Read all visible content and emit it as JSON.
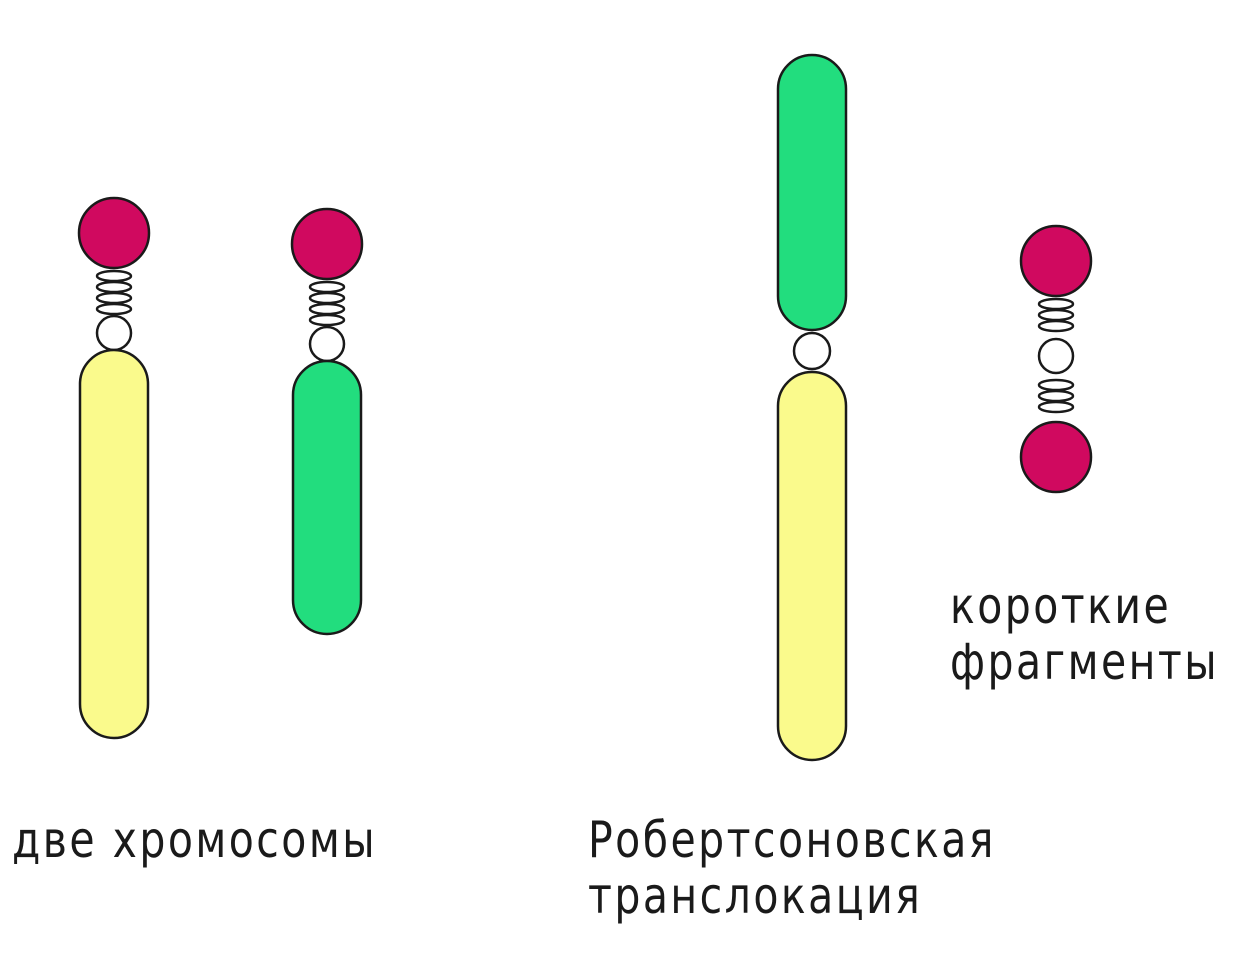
{
  "colors": {
    "long_arm_yellow": "#fafa8c",
    "long_arm_green": "#22dd7e",
    "satellite_magenta": "#d0095f",
    "centromere_white": "#ffffff",
    "outline": "#1a1a1a"
  },
  "chromosomes": [
    {
      "id": "chromosome-yellow",
      "arm_color": "yellow",
      "has_satellite": true
    },
    {
      "id": "chromosome-green",
      "arm_color": "green",
      "has_satellite": true
    },
    {
      "id": "translocation-chromosome",
      "arm_colors": [
        "green",
        "yellow"
      ],
      "has_satellite": false
    },
    {
      "id": "short-fragments",
      "arm_colors": [
        "magenta",
        "magenta"
      ],
      "has_satellite": true
    }
  ],
  "labels": {
    "two_chromosomes": "две хромосомы",
    "robertsonian_line1": "Робертсоновская",
    "robertsonian_line2": "транслокация",
    "fragments_line1": "короткие",
    "fragments_line2": "фрагменты"
  }
}
